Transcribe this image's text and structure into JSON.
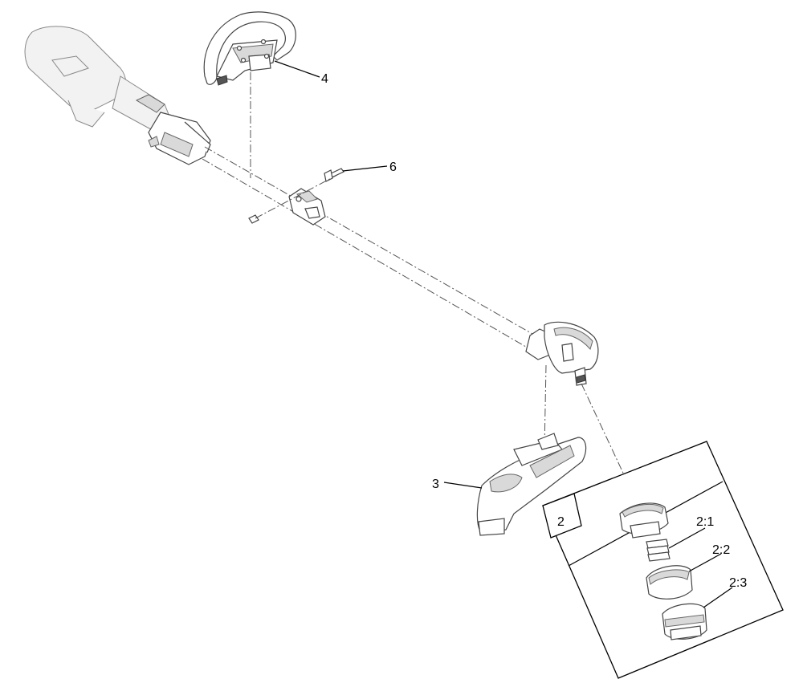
{
  "callouts": {
    "handle": "4",
    "screw": "6",
    "guard": "3",
    "spool_assembly": "2",
    "spring": "2:1",
    "spool_cap": "2:2",
    "spool": "2:3"
  },
  "colors": {
    "line": "#444444",
    "fill": "#ffffff",
    "shade": "#d9d9d9",
    "leader": "#000000"
  }
}
